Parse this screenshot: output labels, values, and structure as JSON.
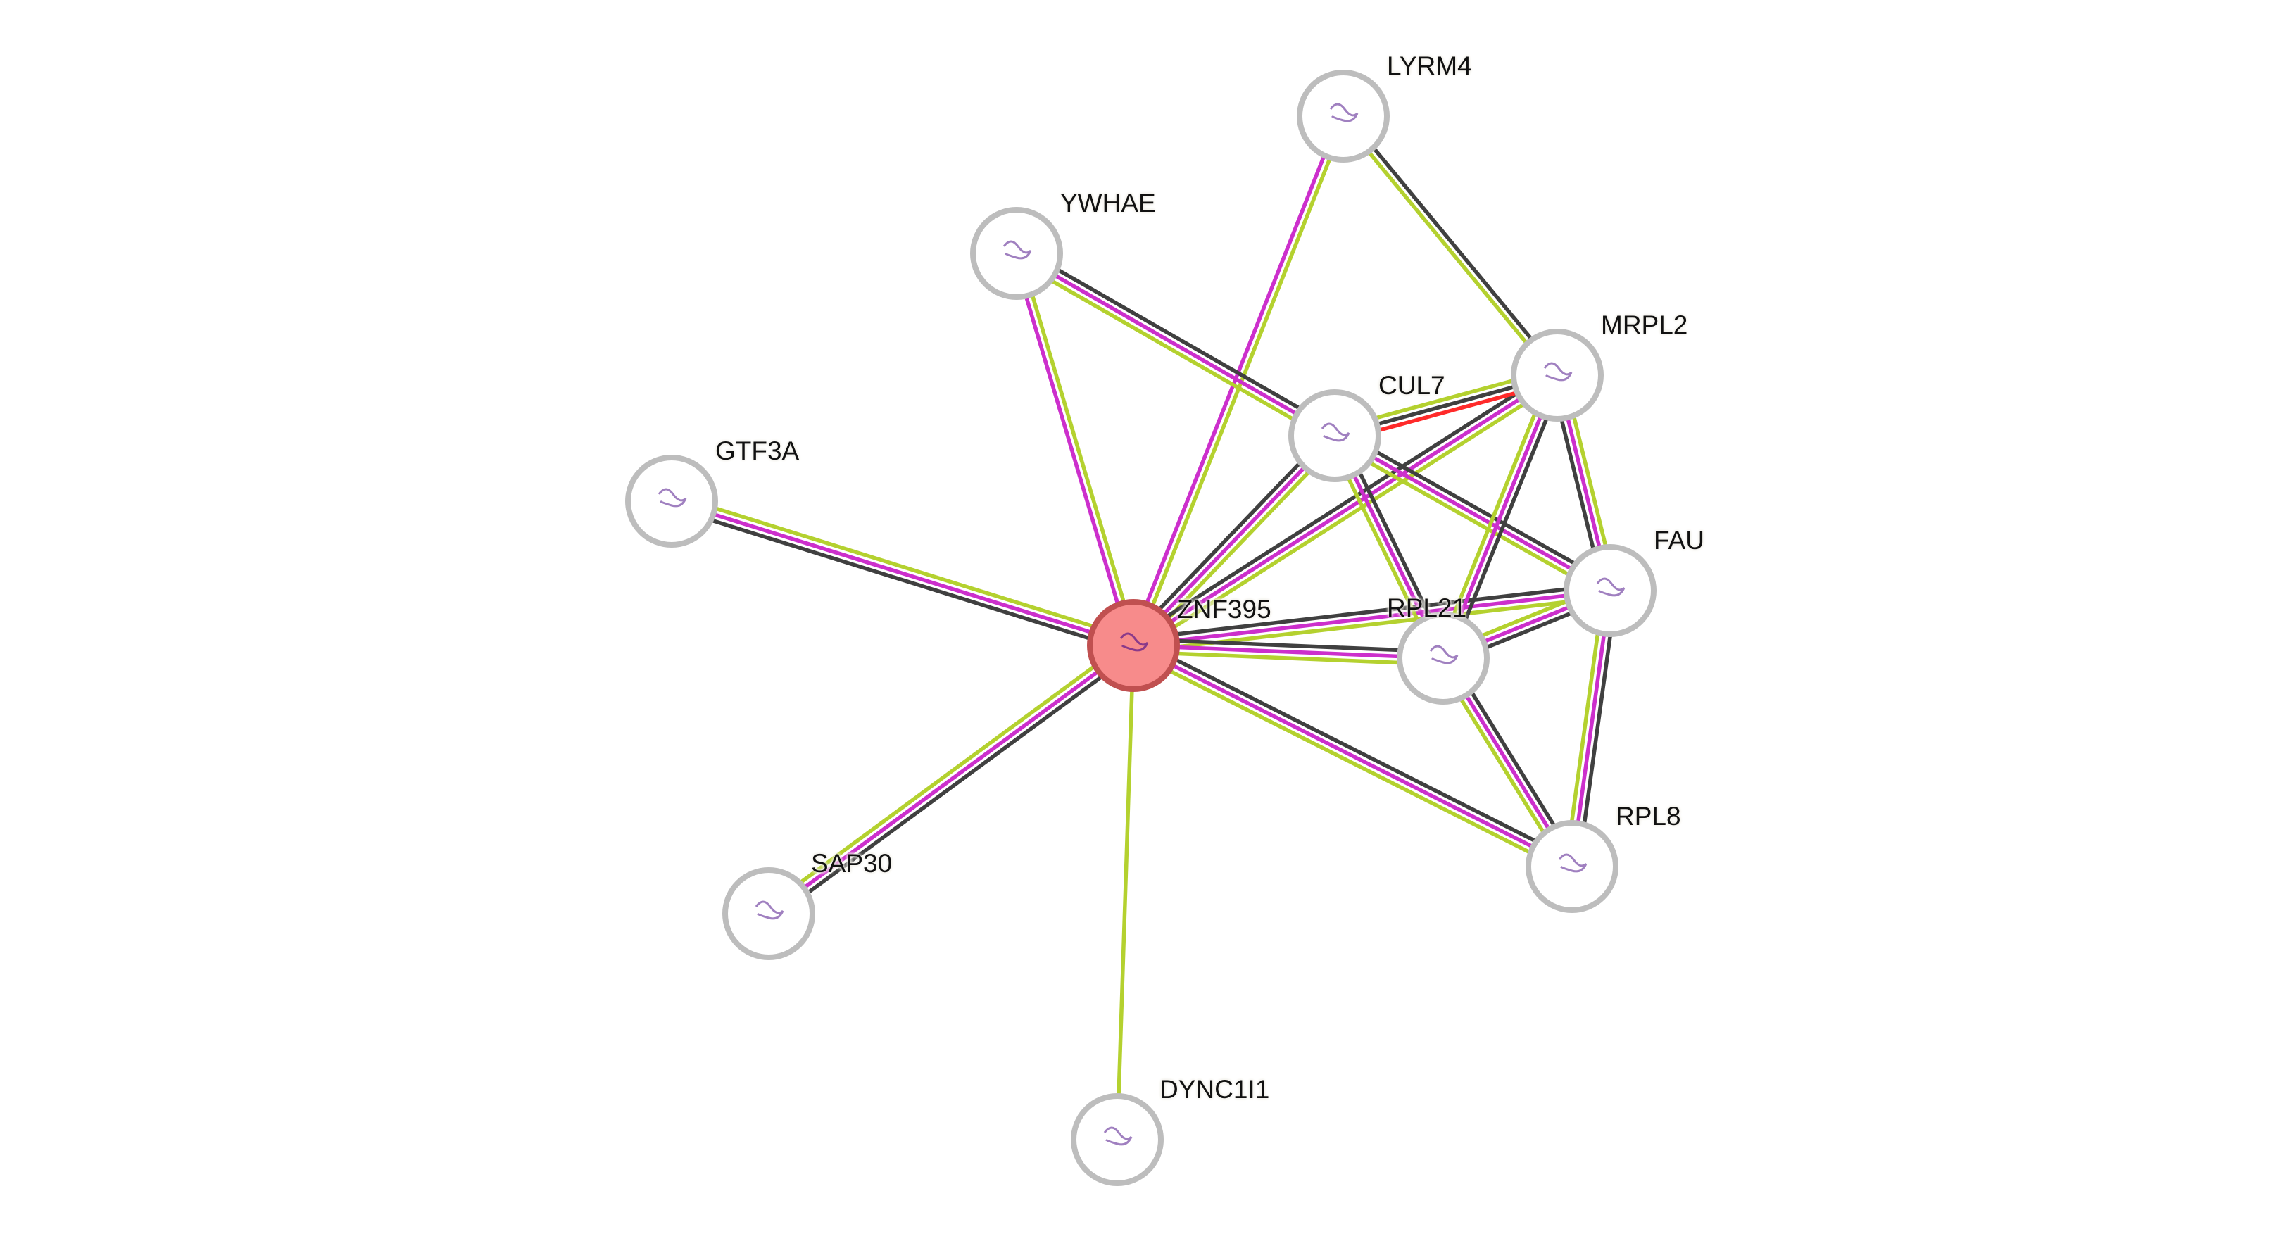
{
  "network": {
    "colors": {
      "coexpression": "#404040",
      "textmining": "#cc2fcc",
      "database": "#b4d12f",
      "experiments": "#ff2a2a",
      "node_ring": "#bdbdbd",
      "query_fill": "#f78b8b",
      "query_ring": "#c05050"
    },
    "nodes": [
      {
        "id": "ZNF395",
        "label": "ZNF395",
        "query": true
      },
      {
        "id": "LYRM4",
        "label": "LYRM4"
      },
      {
        "id": "YWHAE",
        "label": "YWHAE"
      },
      {
        "id": "MRPL2",
        "label": "MRPL2"
      },
      {
        "id": "CUL7",
        "label": "CUL7"
      },
      {
        "id": "GTF3A",
        "label": "GTF3A"
      },
      {
        "id": "FAU",
        "label": "FAU"
      },
      {
        "id": "RPL21",
        "label": "RPL21"
      },
      {
        "id": "RPL8",
        "label": "RPL8"
      },
      {
        "id": "SAP30",
        "label": "SAP30"
      },
      {
        "id": "DYNC1I1",
        "label": "DYNC1I1"
      }
    ],
    "edges": [
      {
        "a": "ZNF395",
        "b": "LYRM4",
        "types": [
          "textmining",
          "database"
        ]
      },
      {
        "a": "ZNF395",
        "b": "YWHAE",
        "types": [
          "textmining",
          "database"
        ]
      },
      {
        "a": "ZNF395",
        "b": "GTF3A",
        "types": [
          "coexpression",
          "textmining",
          "database"
        ]
      },
      {
        "a": "ZNF395",
        "b": "SAP30",
        "types": [
          "coexpression",
          "textmining",
          "database"
        ]
      },
      {
        "a": "ZNF395",
        "b": "DYNC1I1",
        "types": [
          "database"
        ]
      },
      {
        "a": "ZNF395",
        "b": "CUL7",
        "types": [
          "coexpression",
          "textmining",
          "database"
        ]
      },
      {
        "a": "ZNF395",
        "b": "MRPL2",
        "types": [
          "coexpression",
          "textmining",
          "database"
        ]
      },
      {
        "a": "ZNF395",
        "b": "FAU",
        "types": [
          "coexpression",
          "textmining",
          "database"
        ]
      },
      {
        "a": "ZNF395",
        "b": "RPL21",
        "types": [
          "coexpression",
          "textmining",
          "database"
        ]
      },
      {
        "a": "ZNF395",
        "b": "RPL8",
        "types": [
          "coexpression",
          "textmining",
          "database"
        ]
      },
      {
        "a": "YWHAE",
        "b": "CUL7",
        "types": [
          "coexpression",
          "textmining",
          "database"
        ]
      },
      {
        "a": "LYRM4",
        "b": "MRPL2",
        "types": [
          "coexpression",
          "database"
        ]
      },
      {
        "a": "CUL7",
        "b": "MRPL2",
        "types": [
          "database",
          "coexpression",
          "experiments"
        ]
      },
      {
        "a": "CUL7",
        "b": "RPL21",
        "types": [
          "coexpression",
          "textmining",
          "database"
        ]
      },
      {
        "a": "CUL7",
        "b": "FAU",
        "types": [
          "coexpression",
          "textmining",
          "database"
        ]
      },
      {
        "a": "MRPL2",
        "b": "RPL21",
        "types": [
          "coexpression",
          "textmining",
          "database"
        ]
      },
      {
        "a": "MRPL2",
        "b": "FAU",
        "types": [
          "database",
          "textmining",
          "coexpression"
        ]
      },
      {
        "a": "FAU",
        "b": "RPL21",
        "types": [
          "coexpression",
          "textmining",
          "database"
        ]
      },
      {
        "a": "FAU",
        "b": "RPL8",
        "types": [
          "coexpression",
          "textmining",
          "database"
        ]
      },
      {
        "a": "RPL21",
        "b": "RPL8",
        "types": [
          "coexpression",
          "textmining",
          "database"
        ]
      }
    ]
  }
}
